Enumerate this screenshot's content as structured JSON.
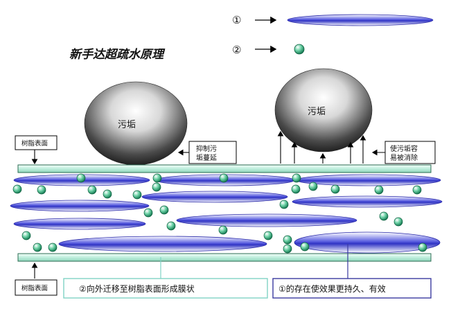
{
  "legend": {
    "item1_label": "①",
    "item2_label": "②"
  },
  "title": "新手达超疏水原理",
  "dirt_left_label": "污垢",
  "dirt_right_label": "污垢",
  "callout_inhibit": [
    "抑制污",
    "垢蔓延"
  ],
  "callout_easy": [
    "使污垢容",
    "易被消除"
  ],
  "resin_surface_top": "树脂表面",
  "resin_surface_bottom": "树脂表面",
  "caption_2": "②向外迁移至树脂表面形成膜状",
  "caption_1": "①的存在使效果更持久、有效",
  "colors": {
    "ellipse_fill": "#3b3fcf",
    "bead_fill": "#1f9a6a",
    "bar_fill": "#cfeee0",
    "caption2_border": "#7fd2c4",
    "caption1_border": "#3a3aa0"
  }
}
